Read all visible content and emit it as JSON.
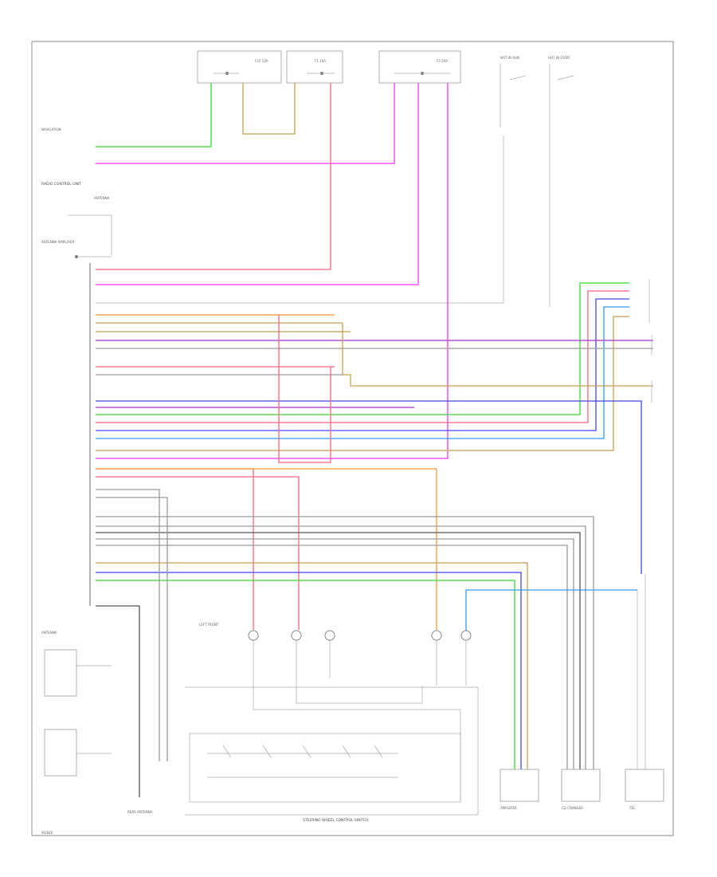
{
  "diagram": {
    "page_code": "W2846",
    "footer_label": "STEERING WHEEL CONTROL SWITCH"
  },
  "components": {
    "fuse1": "F22 10A",
    "fuse2": "F1 10A",
    "fuse3": "F3 20A",
    "sw1": "HOT IN RUN",
    "sw2": "HOT IN START",
    "radio": "RADIO CONTROL UNIT",
    "ant": "ANTENNA",
    "ant2": "ANTENNA",
    "antamp": "ANTENNA AMPLIFIER",
    "rear_ant": "REAR ANTENNA",
    "left_front_spk": "LEFT FRONT",
    "cd_changer": "CD CHANGER",
    "amp": "AMPLIFIER",
    "navigation": "NAVIGATION",
    "tel": "TEL"
  },
  "wire_colors": {
    "green": "#33dd33",
    "magenta": "#ff33ff",
    "tan": "#c8a050",
    "pink": "#ff6680",
    "orange": "#ff9933",
    "blue": "#4444ff",
    "violet": "#aa33cc",
    "gray": "#999999",
    "black": "#444444",
    "lightblue": "#3399ff"
  }
}
